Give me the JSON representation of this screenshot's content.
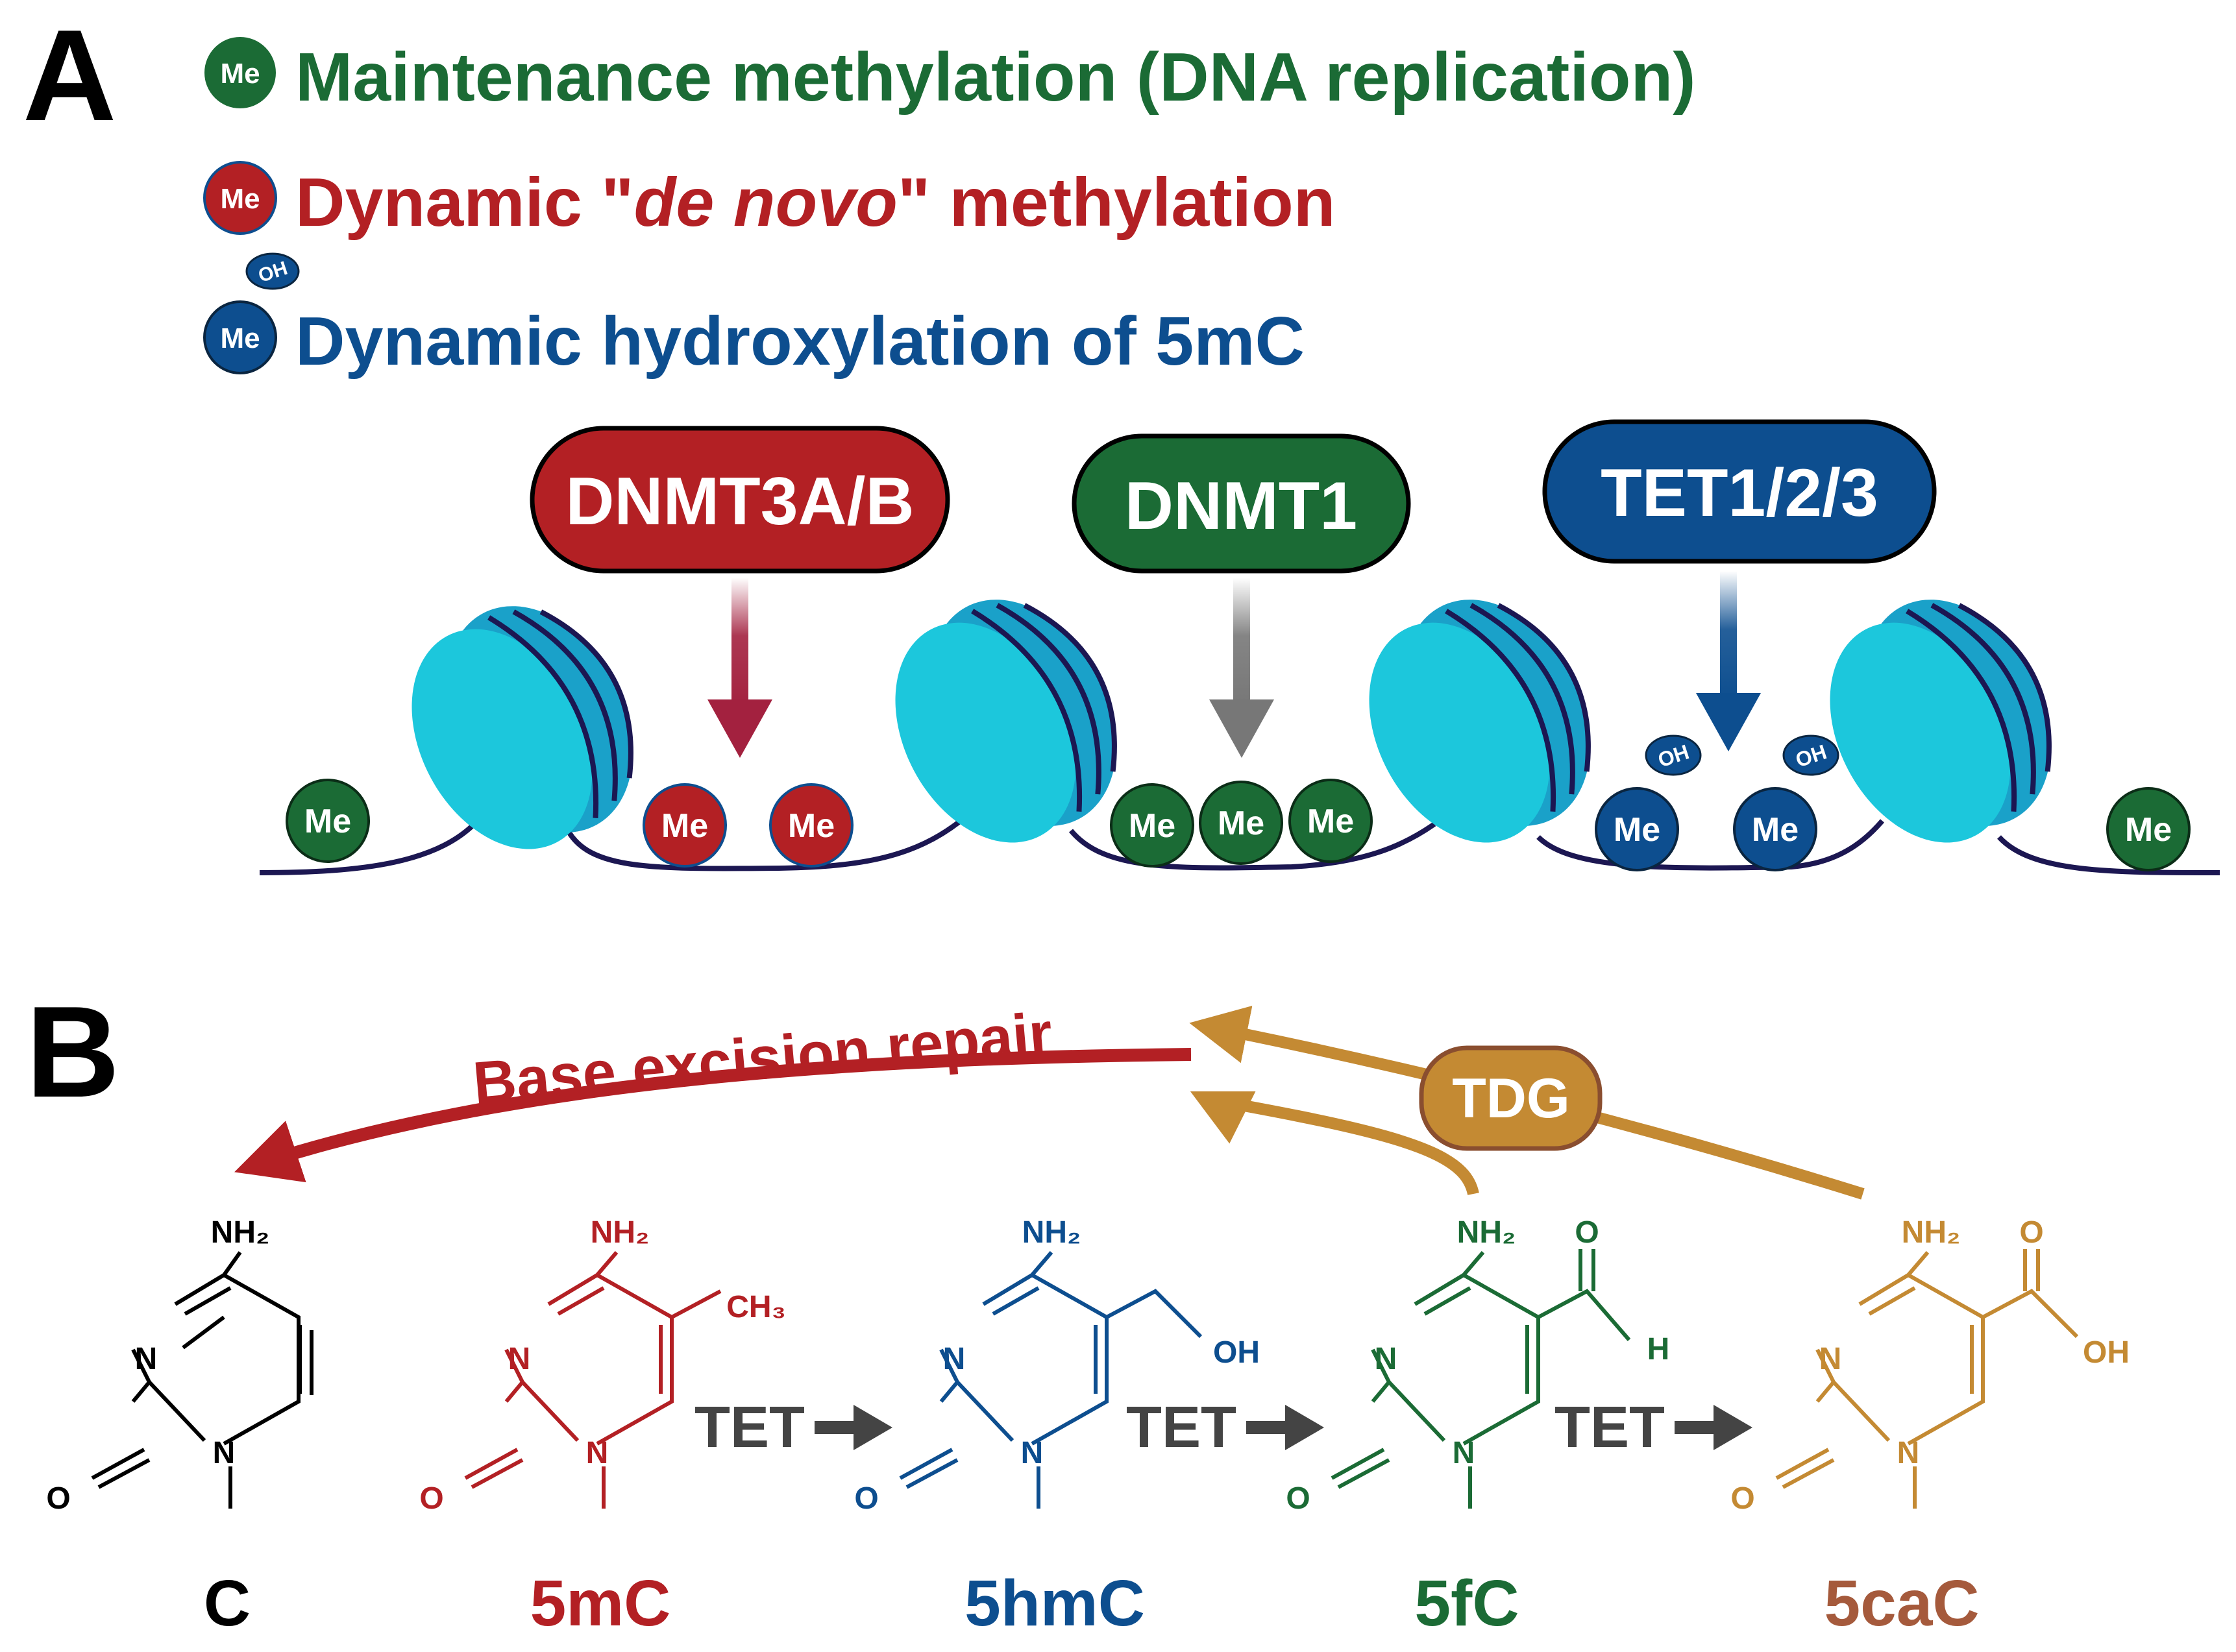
{
  "colors": {
    "green": "#1b6b35",
    "red": "#b32024",
    "blue": "#0d4e8f",
    "orange": "#c48a33",
    "brown": "#a55a3c",
    "gray": "#444444",
    "black": "#000000",
    "cyan_light": "#1cc7dc",
    "cyan_dark": "#1aa1c9",
    "dna": "#1c1752"
  },
  "panel_a": {
    "label": "A",
    "legend": {
      "maintenance": "Maintenance methylation (DNA replication)",
      "denovo_pre": "Dynamic \"",
      "denovo_italic": "de novo",
      "denovo_post": "\" methylation",
      "hydroxylation": "Dynamic hydroxylation of 5mC"
    },
    "me": "Me",
    "oh": "OH",
    "enzymes": {
      "dnmt3": "DNMT3A/B",
      "dnmt1": "DNMT1",
      "tet": "TET1/2/3"
    }
  },
  "panel_b": {
    "label": "B",
    "ber": "Base excision repair",
    "tdg": "TDG",
    "tet": "TET",
    "atoms": {
      "nh2": "NH₂",
      "n": "N",
      "o": "O",
      "ch3": "CH₃",
      "oh": "OH",
      "h": "H"
    },
    "molecules": {
      "c": "C",
      "mc": "5mC",
      "hmc": "5hmC",
      "fc": "5fC",
      "cac": "5caC"
    }
  }
}
